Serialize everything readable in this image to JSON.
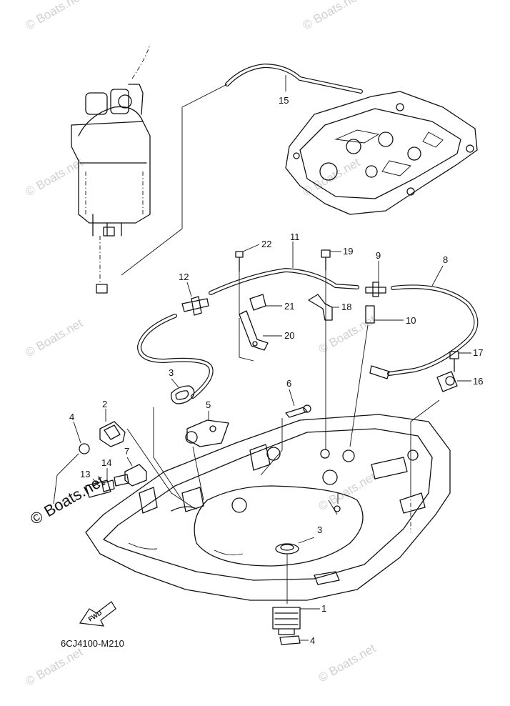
{
  "diagram": {
    "code": "6CJ4100-M210",
    "fwd_label": "FWD",
    "watermark": "© Boats.net",
    "watermark_large": "© Boats.net",
    "callouts": {
      "c1": "1",
      "c2": "2",
      "c3a": "3",
      "c3b": "3",
      "c4a": "4",
      "c4b": "4",
      "c5": "5",
      "c6": "6",
      "c7": "7",
      "c8": "8",
      "c9": "9",
      "c10": "10",
      "c11": "11",
      "c12": "12",
      "c13": "13",
      "c14": "14",
      "c15": "15",
      "c16": "16",
      "c17": "17",
      "c18": "18",
      "c19": "19",
      "c20": "20",
      "c21": "21",
      "c22": "22"
    }
  }
}
